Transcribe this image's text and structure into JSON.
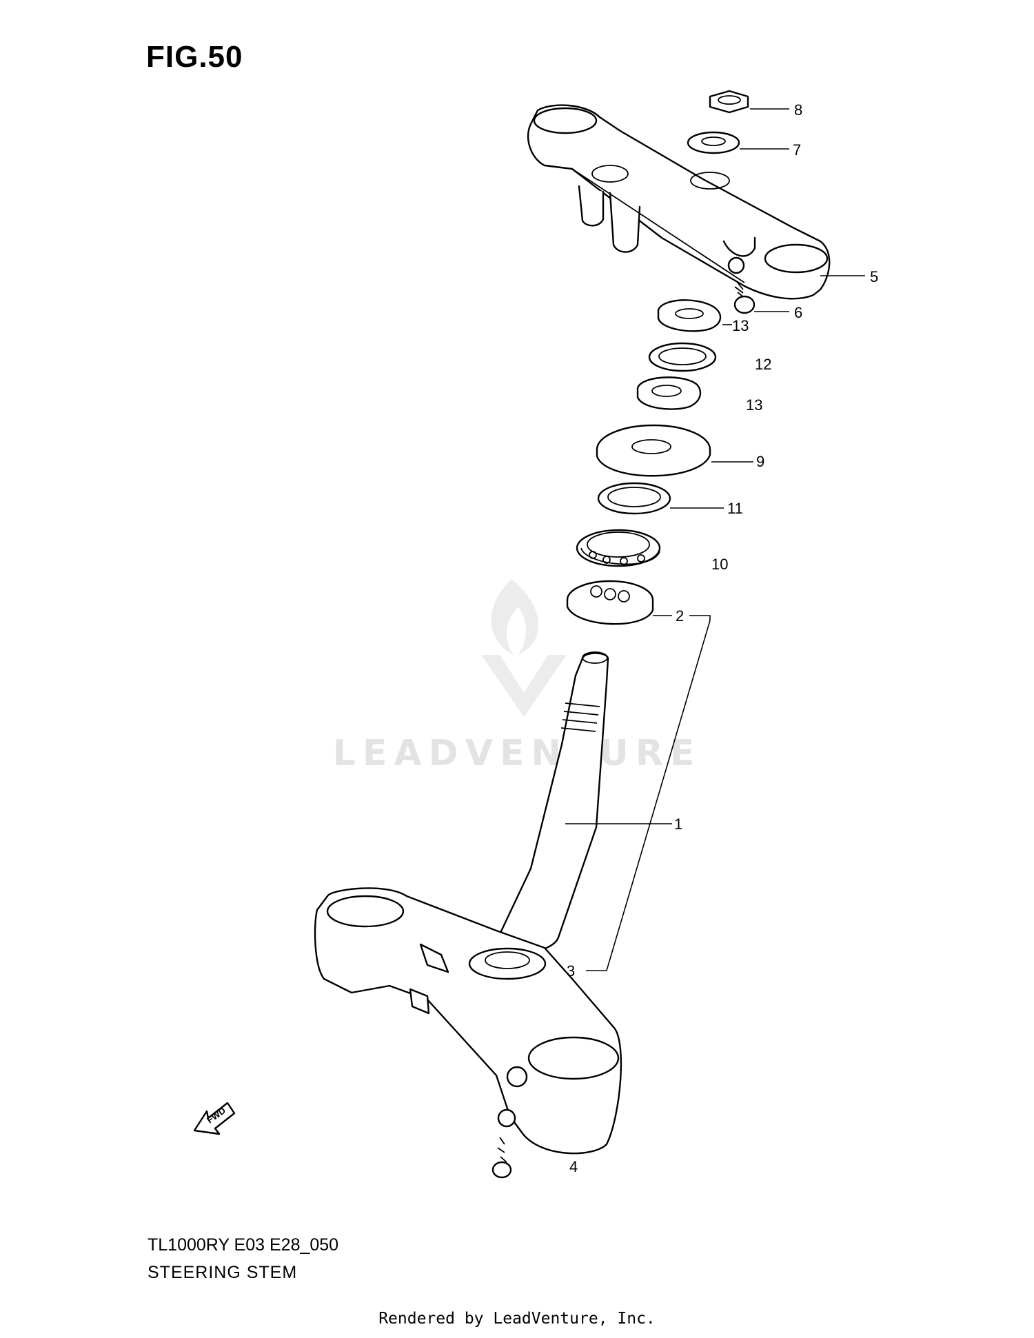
{
  "figure": {
    "title": "FIG.50",
    "model_code": "TL1000RY E03 E28_050",
    "assembly_name": "STEERING STEM"
  },
  "callouts": [
    {
      "ref": "8"
    },
    {
      "ref": "7"
    },
    {
      "ref": "5"
    },
    {
      "ref": "6"
    },
    {
      "ref": "13"
    },
    {
      "ref": "12"
    },
    {
      "ref": "13"
    },
    {
      "ref": "9"
    },
    {
      "ref": "11"
    },
    {
      "ref": "10"
    },
    {
      "ref": "2"
    },
    {
      "ref": "1"
    },
    {
      "ref": "3"
    },
    {
      "ref": "4"
    }
  ],
  "direction_arrow": {
    "label": "FWD"
  },
  "watermark": {
    "text": "LEADVENTURE"
  },
  "credit": "Rendered by LeadVenture, Inc."
}
